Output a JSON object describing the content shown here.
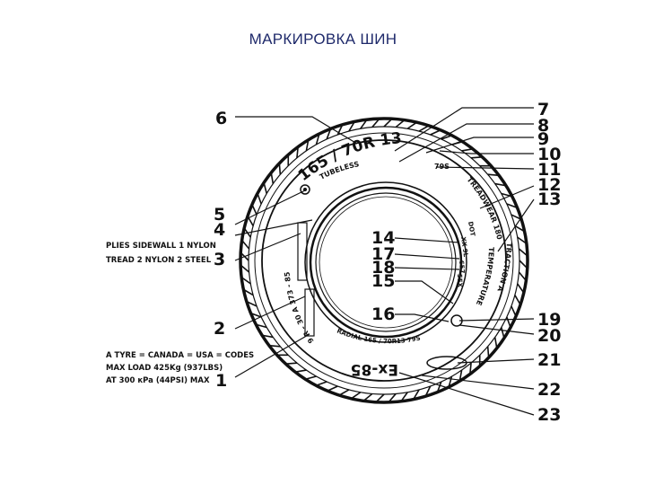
{
  "title": "МАРКИРОВКА ШИН",
  "tire": {
    "size": "165 / 70R  13",
    "tubeless": "TUBELESS",
    "load_speed": "79S",
    "treadwear": "TREADWEAR 180",
    "traction": "TRACTION A",
    "temperature": "TEMPERATURE B",
    "dot": "DOT",
    "dot_codes": [
      "XX 9L",
      "657",
      "5EX"
    ],
    "radial": "RADIAL 165 / 70R13 79S",
    "model": "Ex-85",
    "ply_code": "9 R - 30 A  373 - 85"
  },
  "notes": {
    "plies": [
      "PLIES  SIDEWALL  1 NYLON",
      "TREAD  2 NYLON  2 STEEL"
    ],
    "load": [
      "A TYRE = CANADA = USA = CODES",
      "MAX LOAD  425Kg (937LBS)",
      "AT 300 кPa (44PSI) MAX"
    ]
  },
  "left_numbers": [
    "6",
    "5",
    "4",
    "3",
    "2",
    "1"
  ],
  "right_numbers": [
    "7",
    "8",
    "9",
    "10",
    "11",
    "12",
    "13",
    "19",
    "20",
    "21",
    "22",
    "23"
  ],
  "inner_numbers": [
    "14",
    "17",
    "18",
    "15",
    "16"
  ]
}
